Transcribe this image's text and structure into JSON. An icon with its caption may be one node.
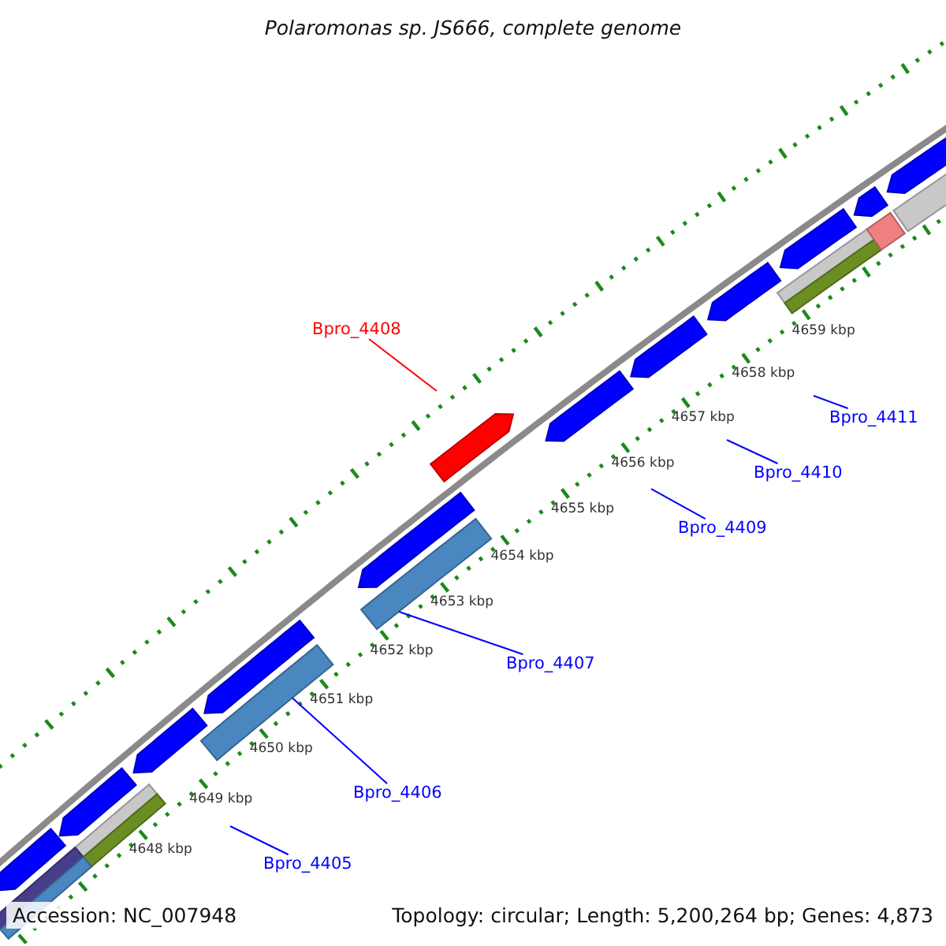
{
  "diagram": {
    "title": "Polaromonas sp. JS666, complete genome",
    "nodes": [
      {
        "text": [
          "Bpro_4408"
        ]
      },
      {
        "text": [
          "Bpro_4411"
        ]
      },
      {
        "text": [
          "Bpro_4410"
        ]
      },
      {
        "text": [
          "Bpro_4409"
        ]
      },
      {
        "text": [
          "Bpro_4407"
        ]
      },
      {
        "text": [
          "Bpro_4406"
        ]
      },
      {
        "text": [
          "Bpro_4405"
        ]
      },
      {
        "text": [],
        "shape": "bar"
      },
      {
        "text": [],
        "shape": "bar"
      }
    ],
    "edges": [
      {
        "from": 0,
        "to": null,
        "arrow": "none",
        "color": "#ff0000"
      },
      {
        "from": 1,
        "to": null,
        "arrow": "none"
      },
      {
        "from": 2,
        "to": null,
        "arrow": "none"
      },
      {
        "from": 3,
        "to": null,
        "arrow": "none"
      },
      {
        "from": 4,
        "to": 7,
        "arrow": "none"
      },
      {
        "from": 5,
        "to": 8,
        "arrow": "none"
      },
      {
        "from": 6,
        "to": null,
        "arrow": "none"
      }
    ],
    "labels": [
      "4659 kbp",
      "4658 kbp",
      "4657 kbp",
      "4656 kbp",
      "4655 kbp",
      "4654 kbp",
      "4653 kbp",
      "4652 kbp",
      "4651 kbp",
      "4650 kbp",
      "4649 kbp",
      "4648 kbp",
      "Accession: NC_007948",
      "Topology: circular; Length: 5,200,264 bp; Genes: 4,873"
    ]
  }
}
